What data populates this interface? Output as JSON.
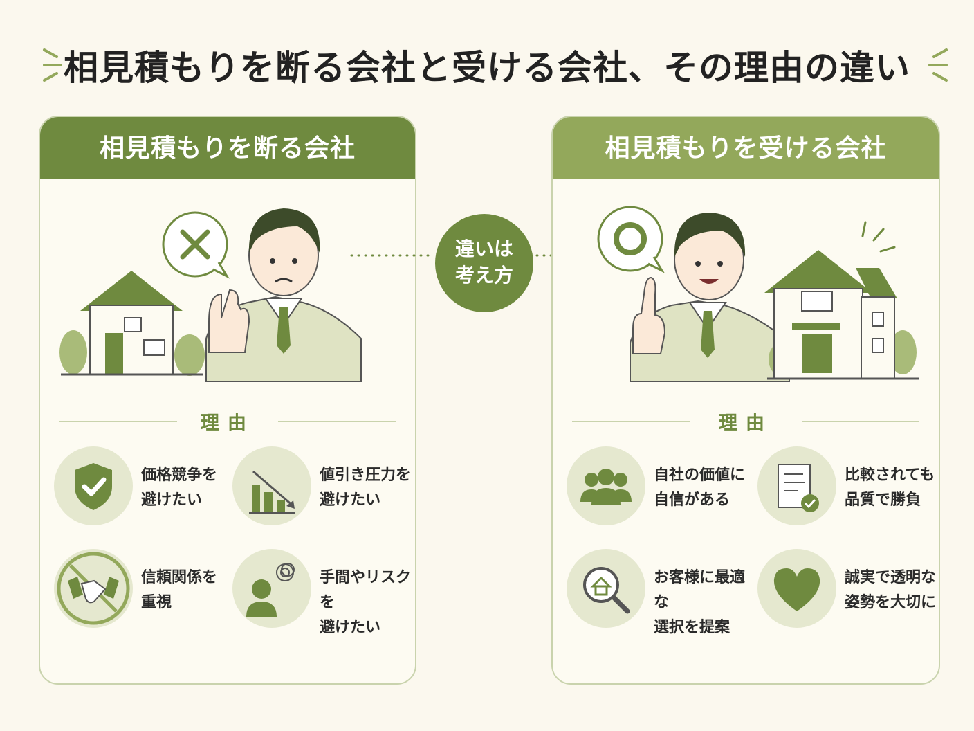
{
  "title": "相見積もりを断る会社と受ける会社、その理由の違い",
  "center_badge": {
    "line1": "違いは",
    "line2": "考え方"
  },
  "left_panel": {
    "header": "相見積もりを断る会社",
    "reason_label": "理由",
    "items": [
      {
        "line1": "価格競争を",
        "line2": "避けたい",
        "icon": "shield-check-icon"
      },
      {
        "line1": "値引き圧力を",
        "line2": "避けたい",
        "icon": "declining-chart-icon"
      },
      {
        "line1": "信頼関係を",
        "line2": "重視",
        "icon": "handshake-icon"
      },
      {
        "line1": "手間やリスクを",
        "line2": "避けたい",
        "icon": "person-worry-icon"
      }
    ]
  },
  "right_panel": {
    "header": "相見積もりを受ける会社",
    "reason_label": "理由",
    "items": [
      {
        "line1": "自社の価値に",
        "line2": "自信がある",
        "icon": "team-icon"
      },
      {
        "line1": "比較されても",
        "line2": "品質で勝負",
        "icon": "document-check-icon"
      },
      {
        "line1": "お客様に最適な",
        "line2": "選択を提案",
        "icon": "house-magnifier-icon"
      },
      {
        "line1": "誠実で透明な",
        "line2": "姿勢を大切に",
        "icon": "heart-icon"
      }
    ]
  },
  "colors": {
    "dark_green": "#6f8a3f",
    "light_green": "#93a85b",
    "pale_green": "#e5e8cf",
    "background": "#fbf8ee"
  }
}
